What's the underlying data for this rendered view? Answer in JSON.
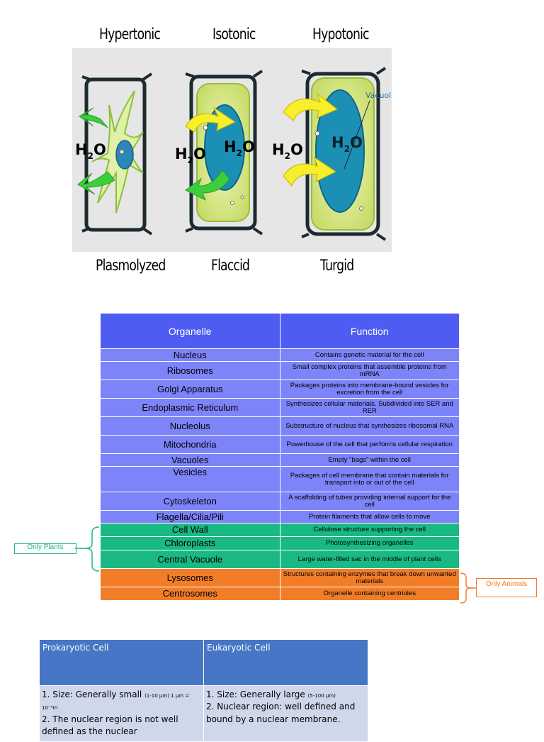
{
  "figure": {
    "conditions": [
      "Hypertonic",
      "Isotonic",
      "Hypotonic"
    ],
    "states": [
      "Plasmolyzed",
      "Flaccid",
      "Turgid"
    ],
    "water_label": "H",
    "water_sub": "2",
    "water_suffix": "O",
    "vacuole_label": "Vacuole"
  },
  "organelle_table": {
    "headers": [
      "Organelle",
      "Function"
    ],
    "rows": [
      {
        "organelle": "Nucleus",
        "function": "Contains genetic material for the cell",
        "group": "default"
      },
      {
        "organelle": "Ribosomes",
        "function": "Small complex proteins that assemble proteins from mRNA",
        "group": "default"
      },
      {
        "organelle": "Golgi Apparatus",
        "function": "Packages proteins into membrane-bound vesicles for excretion from the cell",
        "group": "default"
      },
      {
        "organelle": "Endoplasmic Reticulum",
        "function": "Synthesizes cellular materials. Subdivided into SER and RER",
        "group": "default"
      },
      {
        "organelle": "Nucleolus",
        "function": "Substructure of nucleus that synthesizes ribosomal RNA",
        "group": "default"
      },
      {
        "organelle": "Mitochondria",
        "function": "Powerhouse of the cell that performs cellular respiration",
        "group": "default"
      },
      {
        "organelle": "Vacuoles",
        "function": "Empty \"bags\" within the cell",
        "group": "default"
      },
      {
        "organelle": "Vesicles",
        "function": "Packages of cell membrane that contain materials for transport into or out of the cell",
        "group": "default"
      },
      {
        "organelle": "Cytoskeleton",
        "function": "A scaffolding of tubes providing internal support for the cell",
        "group": "default"
      },
      {
        "organelle": "Flagella/Cilia/Pili",
        "function": "Protein filaments that allow cells to move",
        "group": "default"
      },
      {
        "organelle": "Cell Wall",
        "function": "Cellulose structure supporting the cell",
        "group": "plant"
      },
      {
        "organelle": "Chloroplasts",
        "function": "Photosynthesizing organelles",
        "group": "plant"
      },
      {
        "organelle": "Central Vacuole",
        "function": "Large water-filled sac in the middle of plant cells",
        "group": "plant"
      },
      {
        "organelle": "Lysosomes",
        "function": "Structures containing enzymes that break down unwanted materials",
        "group": "animal"
      },
      {
        "organelle": "Centrosomes",
        "function": "Organelle containing centrioles",
        "group": "animal"
      }
    ],
    "only_plants": "Only Plants",
    "only_animals": "Only Animals"
  },
  "cell_table": {
    "headers": [
      "Prokaryotic Cell",
      "Eukaryotic Cell"
    ],
    "prokaryotic": {
      "item1_text": "1.  Size: Generally small ",
      "item1_small": "(1-10 μm) 1 μm = 10⁻⁶m",
      "item2_text": "2.  The nuclear region is not well defined as the nuclear"
    },
    "eukaryotic": {
      "item1_text": "1. Size: Generally large ",
      "item1_small": "(5-100 μm)",
      "item2_text": "2. Nuclear region: well defined and bound by a nuclear membrane."
    }
  },
  "colors": {
    "header_blue": "#4f5cf2",
    "row_blue": "#7d83f8",
    "plant_green": "#1ab885",
    "animal_orange": "#f27d29",
    "cell_header": "#4676c5",
    "cell_body": "#cfd7ea"
  }
}
